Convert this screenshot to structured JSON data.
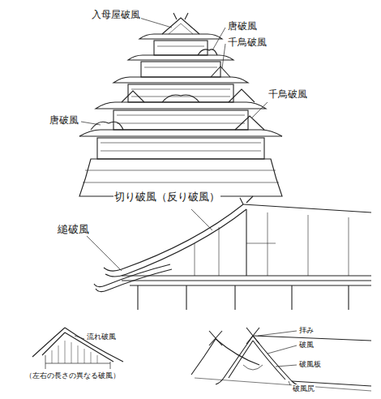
{
  "diagram": {
    "labels": [
      "入母屋破風",
      "唐破風",
      "千鳥破風",
      "唐破風",
      "千鳥破風",
      "切り破風（反り破風）",
      "縋破風",
      "流れ破風",
      "（左右の長さの異なる破風）",
      "拝み",
      "破風",
      "破風板",
      "破風尻"
    ]
  }
}
